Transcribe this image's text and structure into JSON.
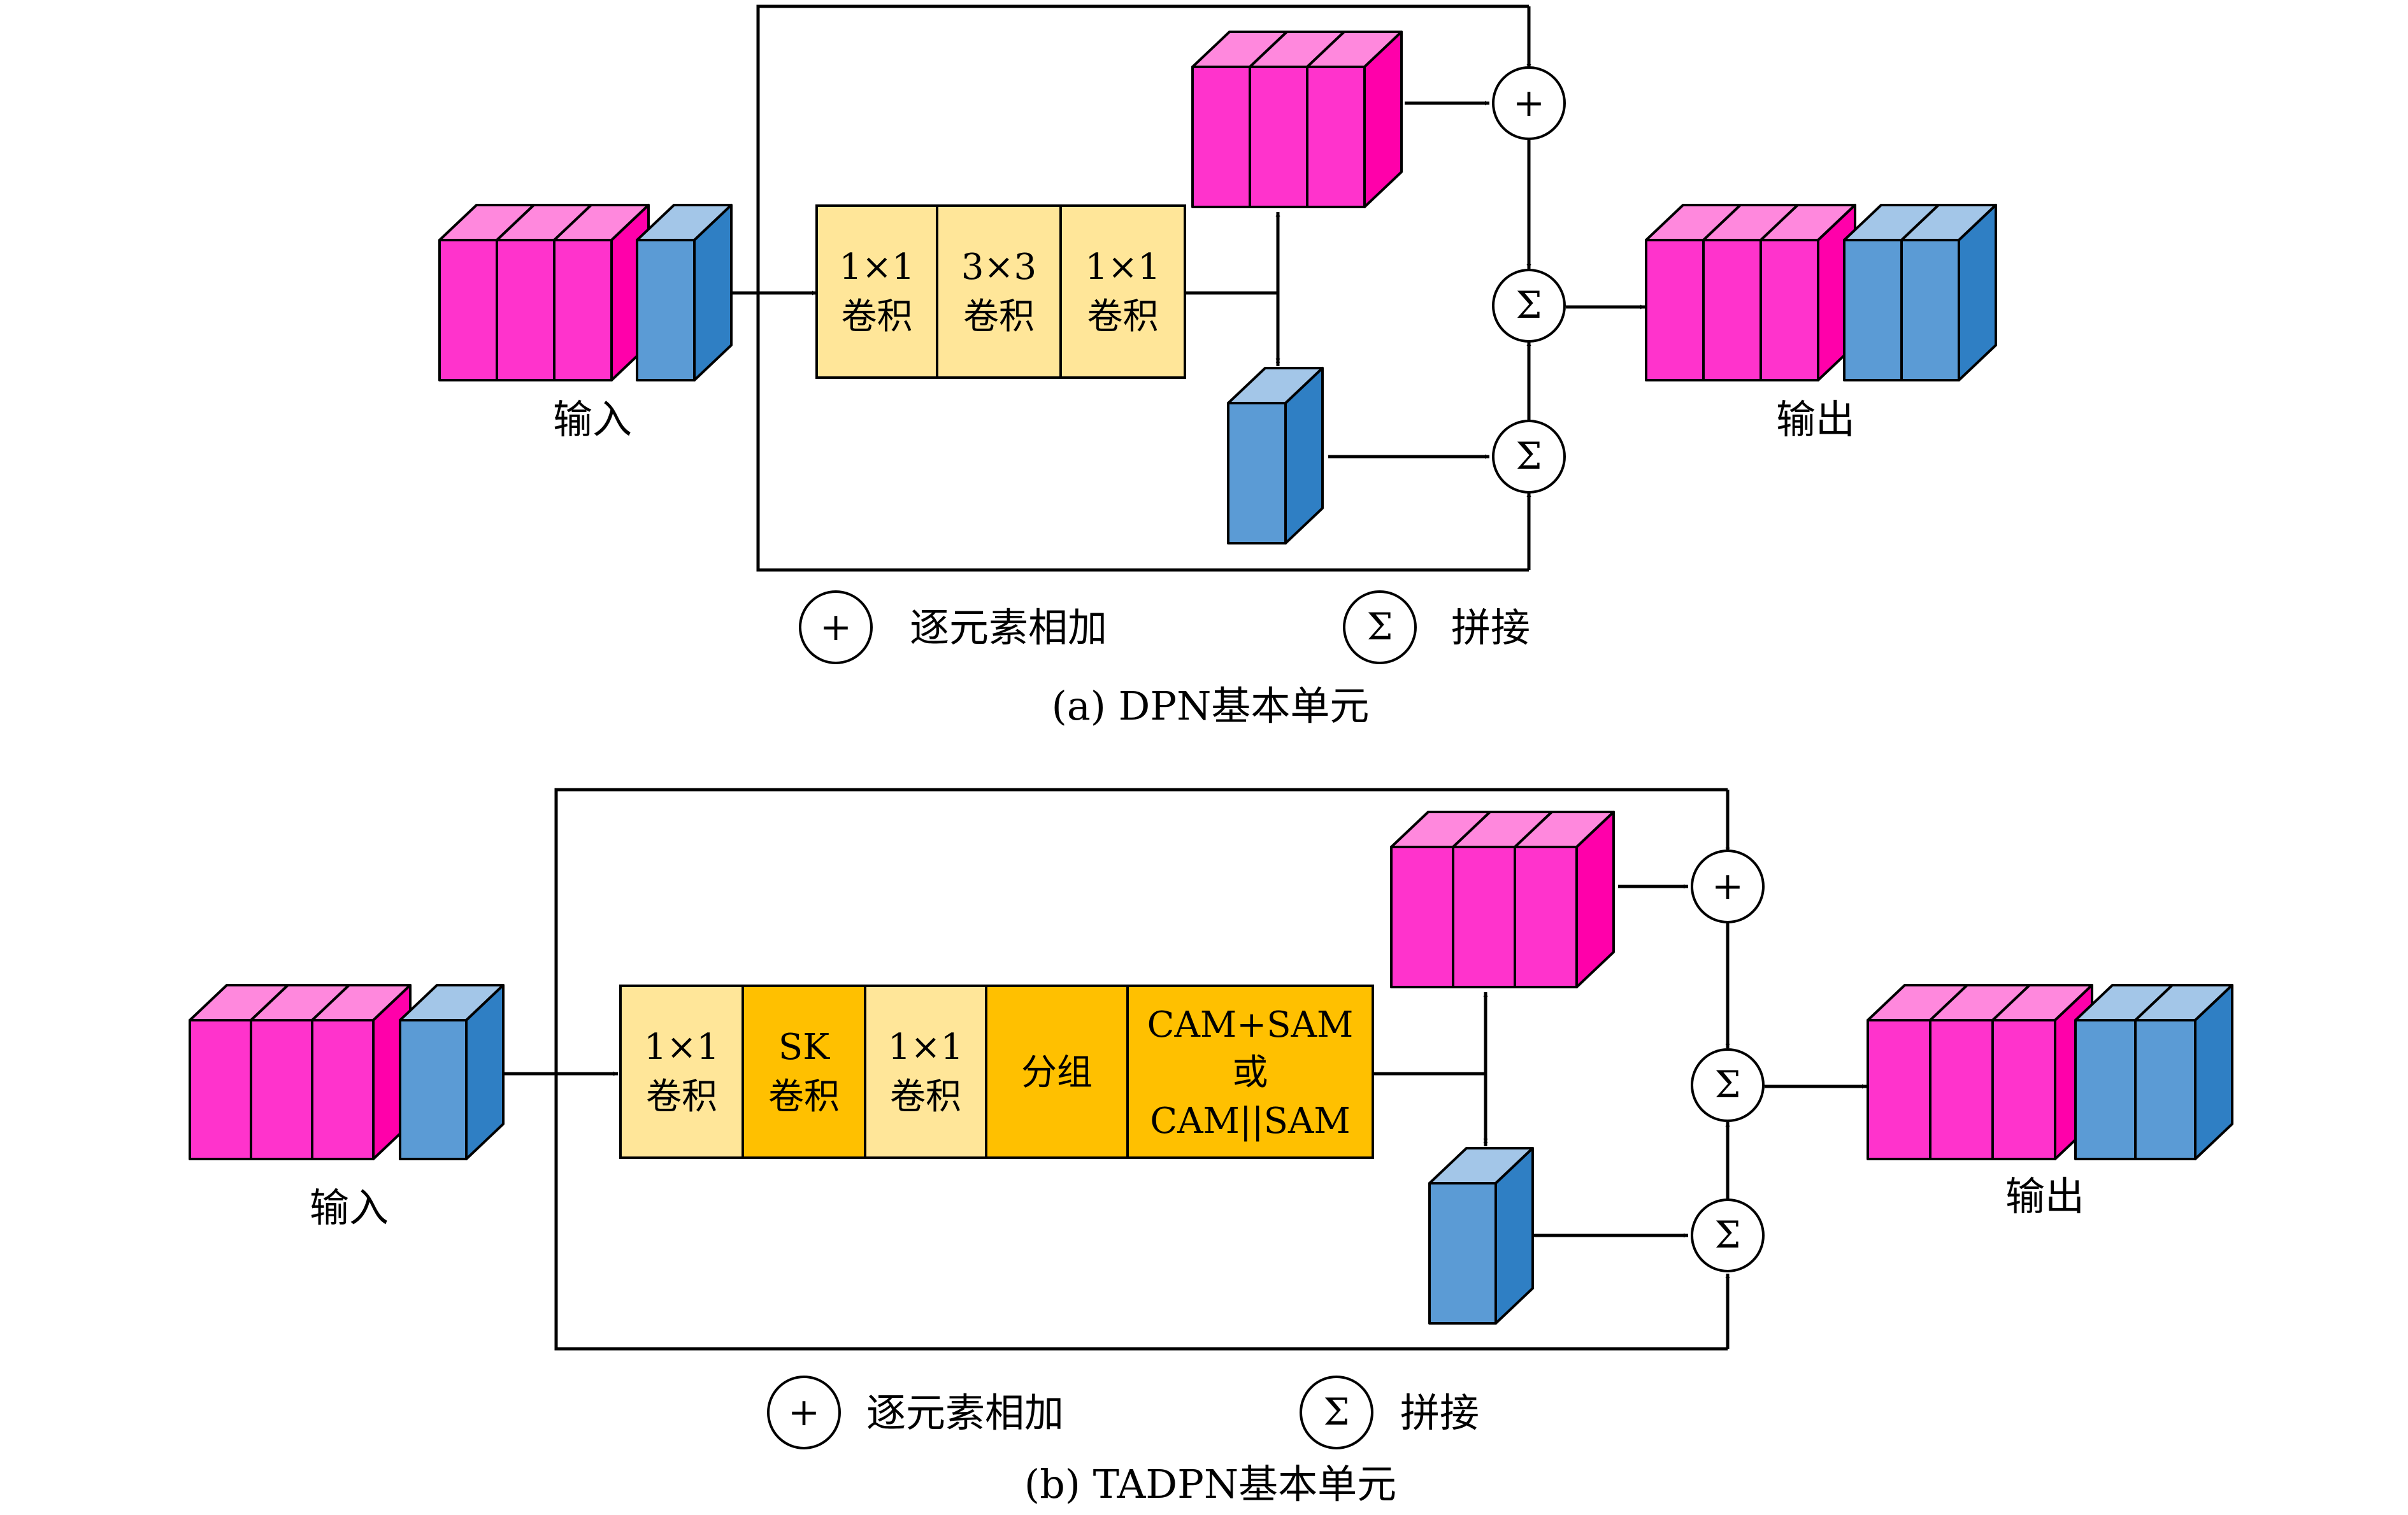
{
  "colors": {
    "pink_front": "#ff33cc",
    "pink_top": "#ff88dd",
    "pink_side": "#ff00aa",
    "blue_front": "#5b9bd5",
    "blue_top": "#a3c6e8",
    "blue_side": "#2f7fc4",
    "light_orange": "#ffe699",
    "orange": "#ffc000"
  },
  "symbols": {
    "add": "+",
    "concat": "Σ"
  },
  "panel_a": {
    "input_label": "输入",
    "output_label": "输出",
    "blocks": [
      {
        "top": "1×1",
        "bottom": "卷积",
        "style": "light"
      },
      {
        "top": "3×3",
        "bottom": "卷积",
        "style": "light"
      },
      {
        "top": "1×1",
        "bottom": "卷积",
        "style": "light"
      }
    ],
    "legend_add": "逐元素相加",
    "legend_concat": "拼接",
    "caption": "(a) DPN基本单元"
  },
  "panel_b": {
    "input_label": "输入",
    "output_label": "输出",
    "blocks": [
      {
        "top": "1×1",
        "bottom": "卷积",
        "style": "light"
      },
      {
        "top": "SK",
        "bottom": "卷积",
        "style": "dark"
      },
      {
        "top": "1×1",
        "bottom": "卷积",
        "style": "light"
      },
      {
        "single": "分组",
        "style": "dark"
      },
      {
        "line1": "CAM+SAM",
        "line2": "或",
        "line3": "CAM||SAM",
        "style": "dark"
      }
    ],
    "legend_add": "逐元素相加",
    "legend_concat": "拼接",
    "caption": "(b) TADPN基本单元"
  }
}
